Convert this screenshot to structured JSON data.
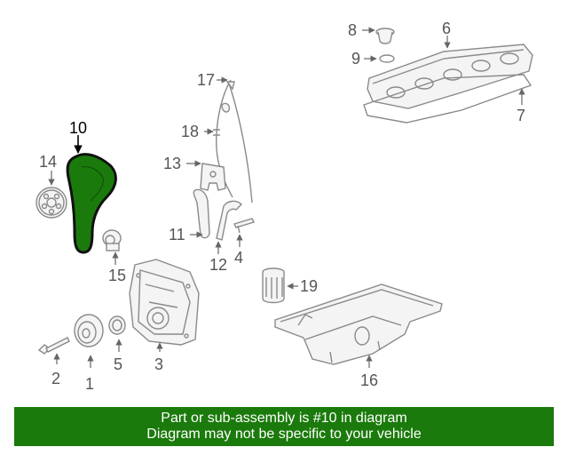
{
  "callouts": {
    "c1": "1",
    "c2": "2",
    "c3": "3",
    "c4": "4",
    "c5": "5",
    "c6": "6",
    "c7": "7",
    "c8": "8",
    "c9": "9",
    "c10": "10",
    "c11": "11",
    "c12": "12",
    "c13": "13",
    "c14": "14",
    "c15": "15",
    "c16": "16",
    "c17": "17",
    "c18": "18",
    "c19": "19"
  },
  "highlighted_part": "10",
  "colors": {
    "highlight": "#1b7a0c",
    "banner": "#1b7a0c",
    "line_art": "#8a8a8a"
  },
  "banner": {
    "line1": "Part or sub-assembly is #10 in diagram",
    "line2": "Diagram may not be specific to your vehicle"
  }
}
